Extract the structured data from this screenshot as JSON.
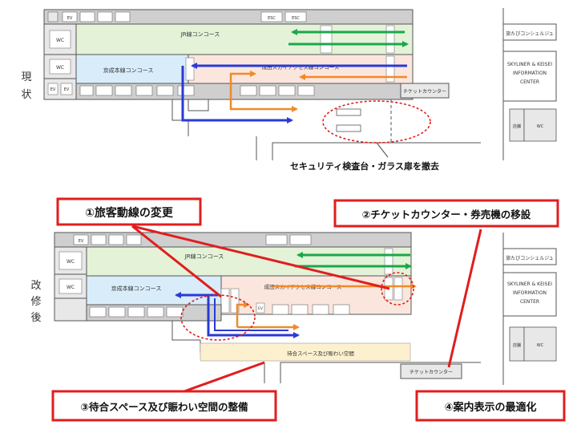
{
  "labels": {
    "current": [
      "現",
      "状"
    ],
    "after": [
      "改",
      "修",
      "後"
    ]
  },
  "rooms": {
    "ev": "EV",
    "wc": "WC",
    "esc": "ESC",
    "jr_concourse": "JR線コンコース",
    "keisei_concourse": "京成本線コンコース",
    "skyaccess_concourse": "成田スカイアクセス線コンコース",
    "ticket_counter": "チケットカウンター",
    "concierge": "旅たびコンシェルジュ",
    "info_center": [
      "SKYLINER & KEISEI",
      "INFORMATION",
      "CENTER"
    ],
    "waiting_space": "待合スペース及び賑わい空間",
    "shop": "店舗"
  },
  "notes": {
    "security_removal": "セキュリティ検査台・ガラス扉を撤去"
  },
  "callouts": [
    "①旅客動線の変更",
    "②チケットカウンター・券売機の移設",
    "③待合スペース及び賑わい空間の整備",
    "④案内表示の最適化"
  ],
  "colors": {
    "jr_area": "#e4f2d8",
    "keisei_area": "#d9ecfa",
    "skyaccess_area": "#fbe6dd",
    "waiting_area": "#fdf0cf",
    "wall_gray": "#cfcfcf",
    "outline": "#555555",
    "arrow_green": "#1aa84a",
    "arrow_blue": "#2a3ad6",
    "arrow_orange": "#f08a2a",
    "callout_red": "#e01e1e"
  }
}
